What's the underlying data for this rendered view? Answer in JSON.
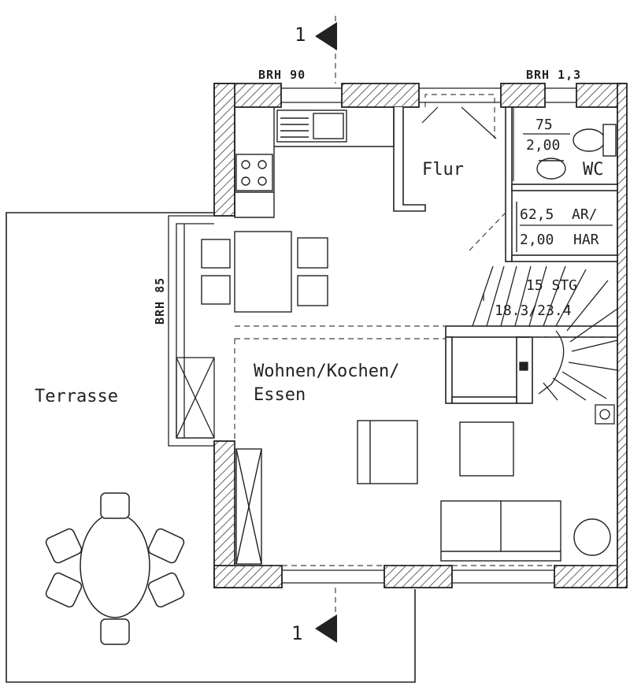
{
  "labels": {
    "section_top": "1",
    "section_bottom": "1",
    "brh_top_left": "BRH 90",
    "brh_top_right": "BRH 1,3",
    "brh_left": "BRH 85",
    "flur": "Flur",
    "wc": "WC",
    "wc_dim_width": "75",
    "wc_dim_height": "2,00",
    "har_dim_width": "62,5",
    "ar": "AR/",
    "har_dim_height": "2,00",
    "har": "HAR",
    "stair_steps": "15 STG",
    "stair_dims": "18.3/23.4",
    "wohnen_line1": "Wohnen/Kochen/",
    "wohnen_line2": "Essen",
    "terrasse": "Terrasse"
  }
}
